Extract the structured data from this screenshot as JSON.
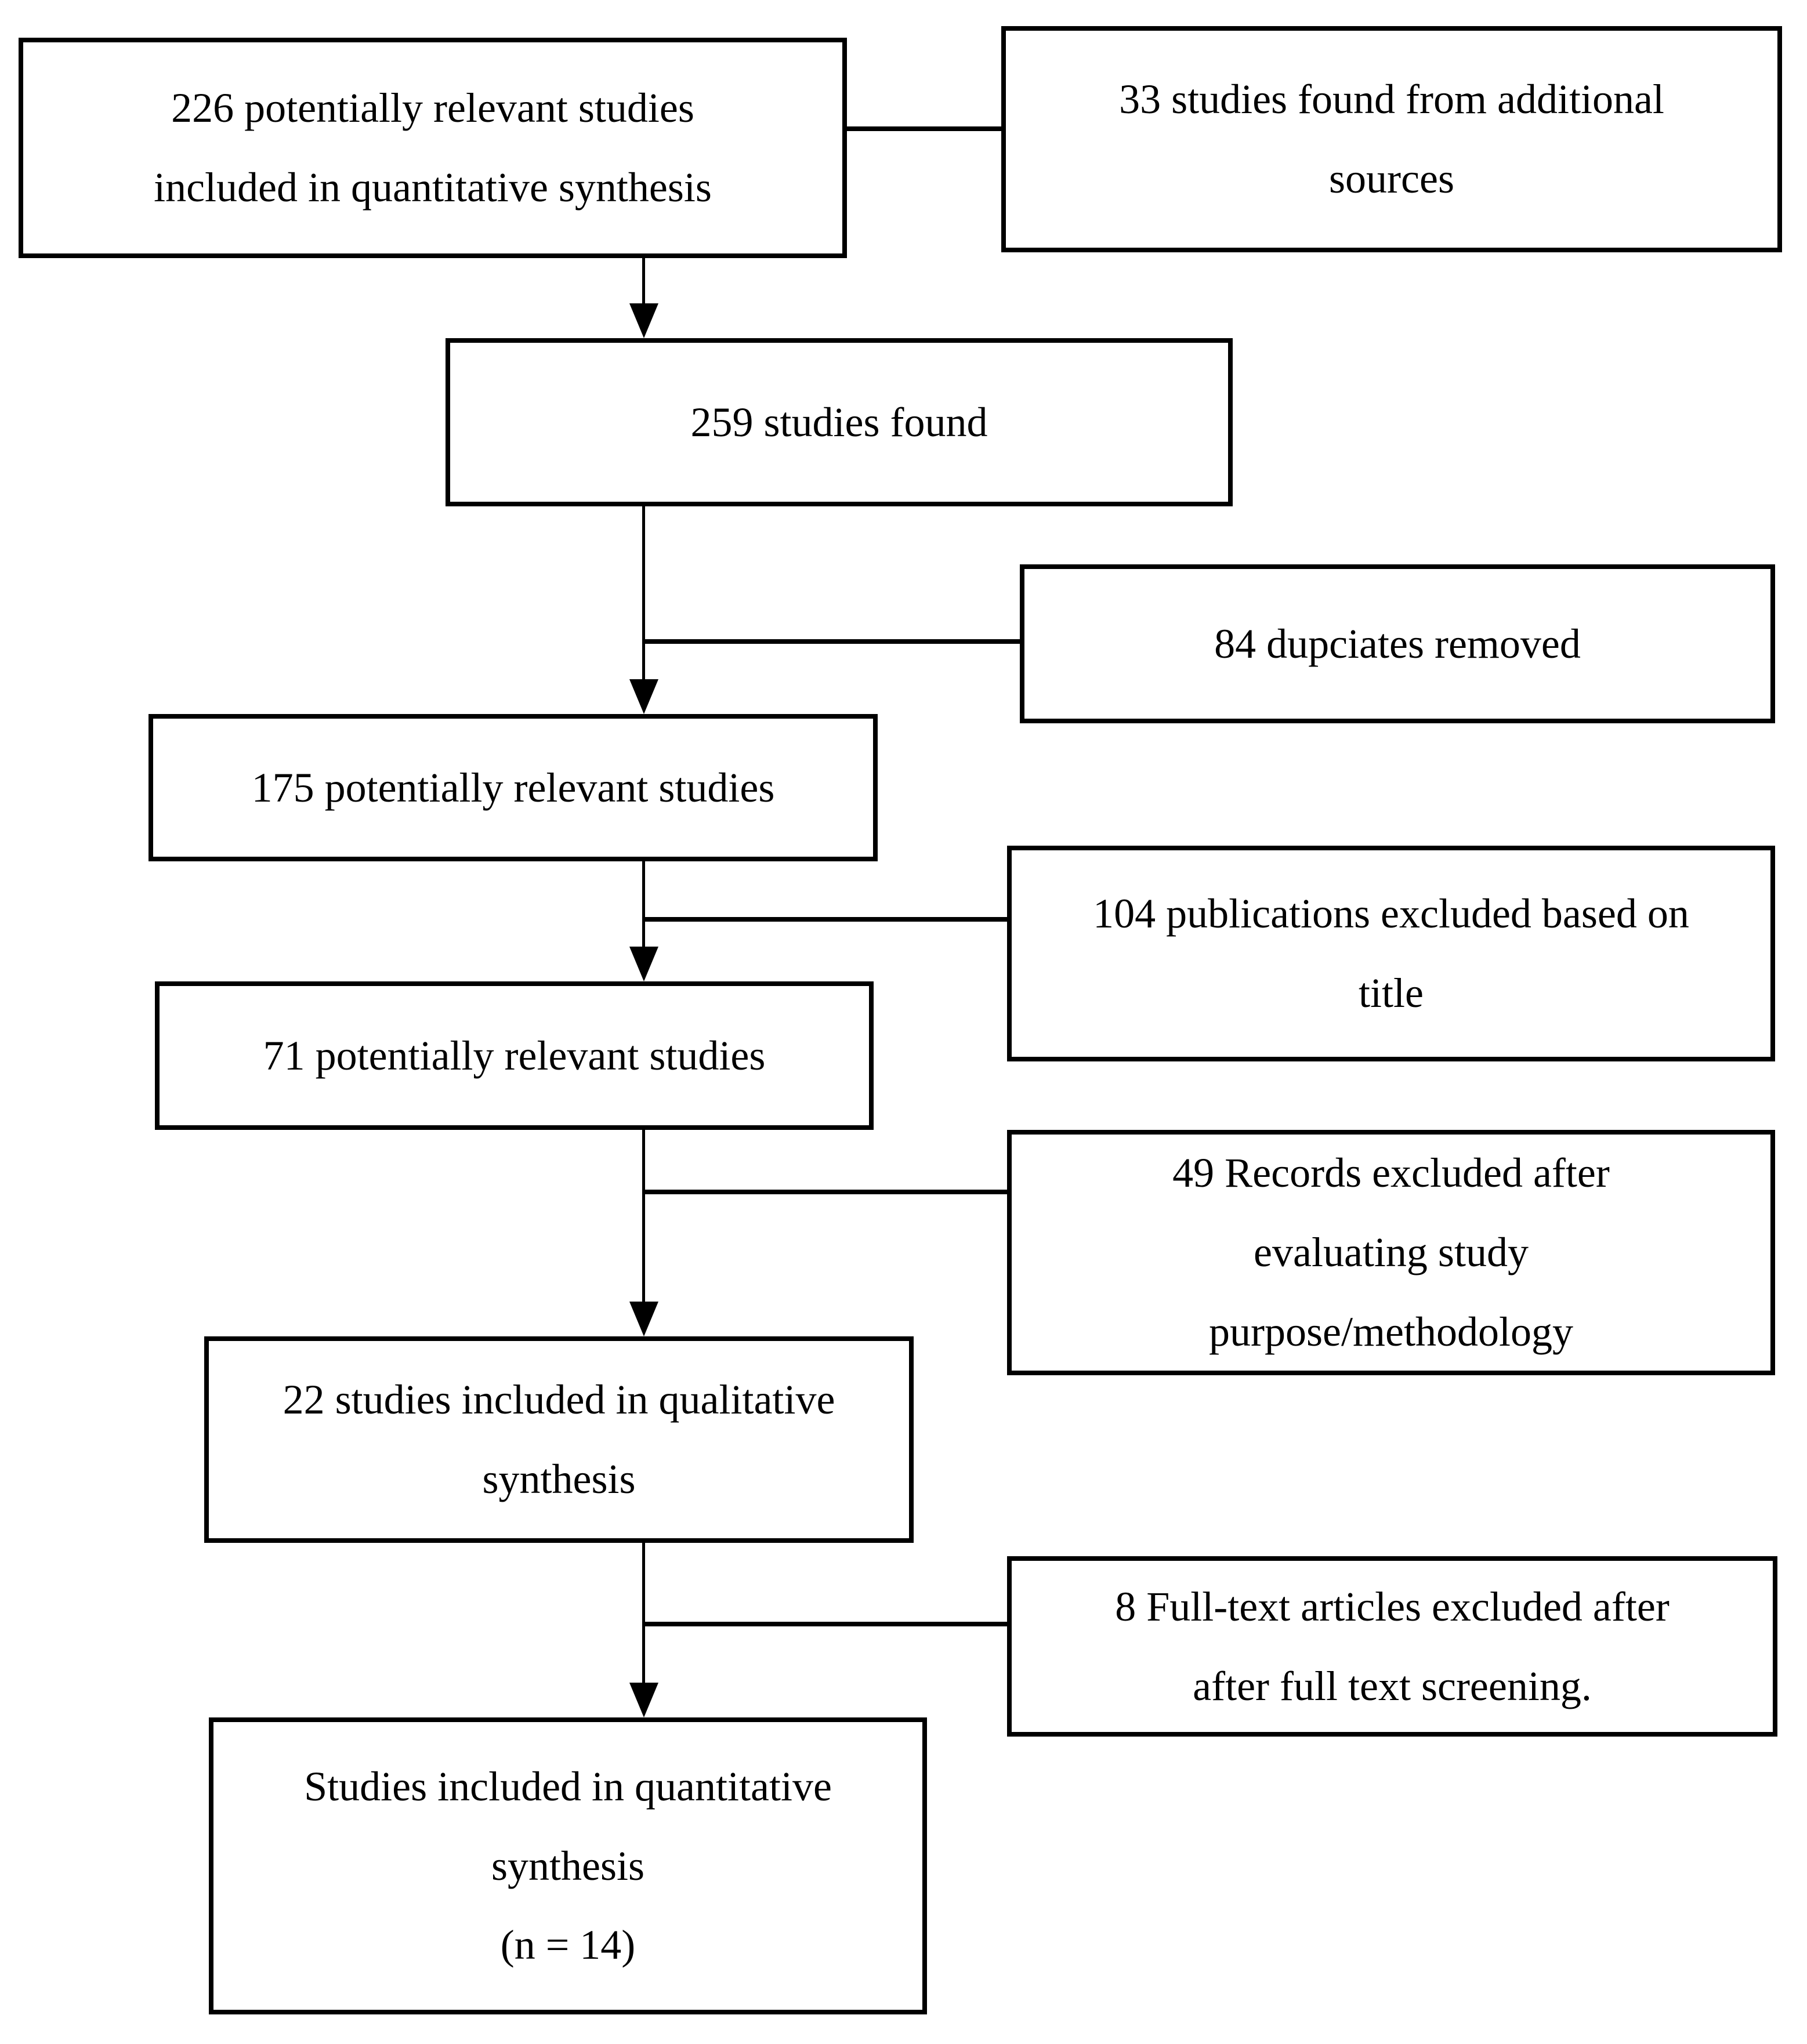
{
  "colors": {
    "border": "#000000",
    "background": "#ffffff",
    "text": "#000000"
  },
  "diagram_type": "study-selection-flowchart",
  "boxes": {
    "relevant226": {
      "lines": [
        "226 potentially relevant studies",
        "included in quantitative synthesis"
      ]
    },
    "additional33": {
      "lines": [
        "33 studies found from additional",
        "sources"
      ]
    },
    "found259": {
      "lines": [
        "259 studies found"
      ]
    },
    "duplicates84": {
      "lines": [
        "84 dupciates removed"
      ]
    },
    "relevant175": {
      "lines": [
        "175 potentially relevant studies"
      ]
    },
    "excluded104": {
      "lines": [
        "104 publications excluded based on",
        "title"
      ]
    },
    "relevant71": {
      "lines": [
        "71 potentially relevant studies"
      ]
    },
    "excluded49": {
      "lines": [
        "49 Records excluded after",
        "evaluating study",
        "purpose/methodology"
      ]
    },
    "qualitative22": {
      "lines": [
        "22 studies included in qualitative",
        "synthesis"
      ]
    },
    "excluded8": {
      "lines": [
        "8 Full-text articles excluded after",
        "after full text screening."
      ]
    },
    "quantitative14": {
      "lines": [
        "Studies included in quantitative",
        "synthesis",
        "(n = 14)"
      ]
    }
  }
}
